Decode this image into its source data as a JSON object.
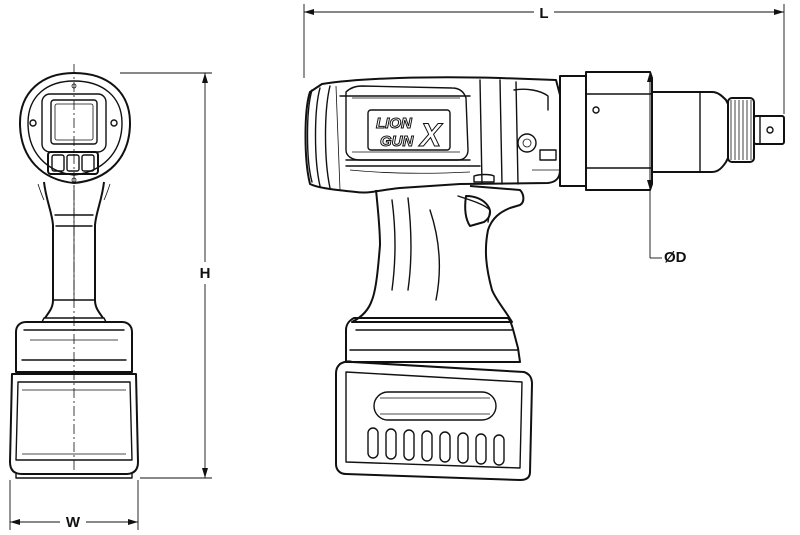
{
  "dimensions": {
    "length_label": "L",
    "height_label": "H",
    "width_label": "W",
    "diameter_label": "ØD"
  },
  "brand": {
    "logo_line1": "LION",
    "logo_line2": "GUN",
    "logo_mark": "X"
  },
  "colors": {
    "line": "#111111",
    "background": "#ffffff"
  }
}
